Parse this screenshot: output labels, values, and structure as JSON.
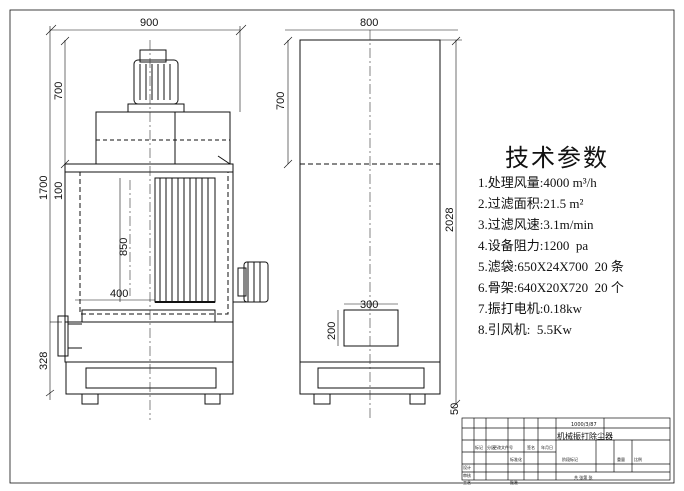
{
  "dimensions": {
    "front_width": "900",
    "side_width": "800",
    "top_height_front": "700",
    "top_height_side": "700",
    "total_height": "1700",
    "gap": "100",
    "bag_length": "850",
    "inner_width": "400",
    "hopper_height": "328",
    "side_height": "2028",
    "inspection_width": "300",
    "inspection_height": "200",
    "foot_height": "50"
  },
  "specs": {
    "title": "技术参数",
    "items": [
      "1.处理风量:4000 m³/h",
      "2.过滤面积:21.5 m²",
      "3.过滤风速:3.1m/min",
      "4.设备阻力:1200  pa",
      "5.滤袋:650X24X700  20 条",
      "6.骨架:640X20X720  20 个",
      "7.振打电机:0.18kw",
      "8.引风机:  5.5Kw"
    ]
  },
  "title_block": {
    "model": "1000/3/87",
    "name": "机械振打除尘器",
    "headers": [
      "标记",
      "分区",
      "更改文件号",
      "签名",
      "年月日"
    ],
    "row_labels": [
      "设计",
      "审核",
      "工艺"
    ],
    "standardize": "标准化",
    "approve": "批准",
    "stage_mark": "阶段标记",
    "weight": "重量",
    "scale": "比例",
    "sheets": "共    张第    张"
  },
  "colors": {
    "line": "#111111",
    "center_line": "#333333"
  }
}
